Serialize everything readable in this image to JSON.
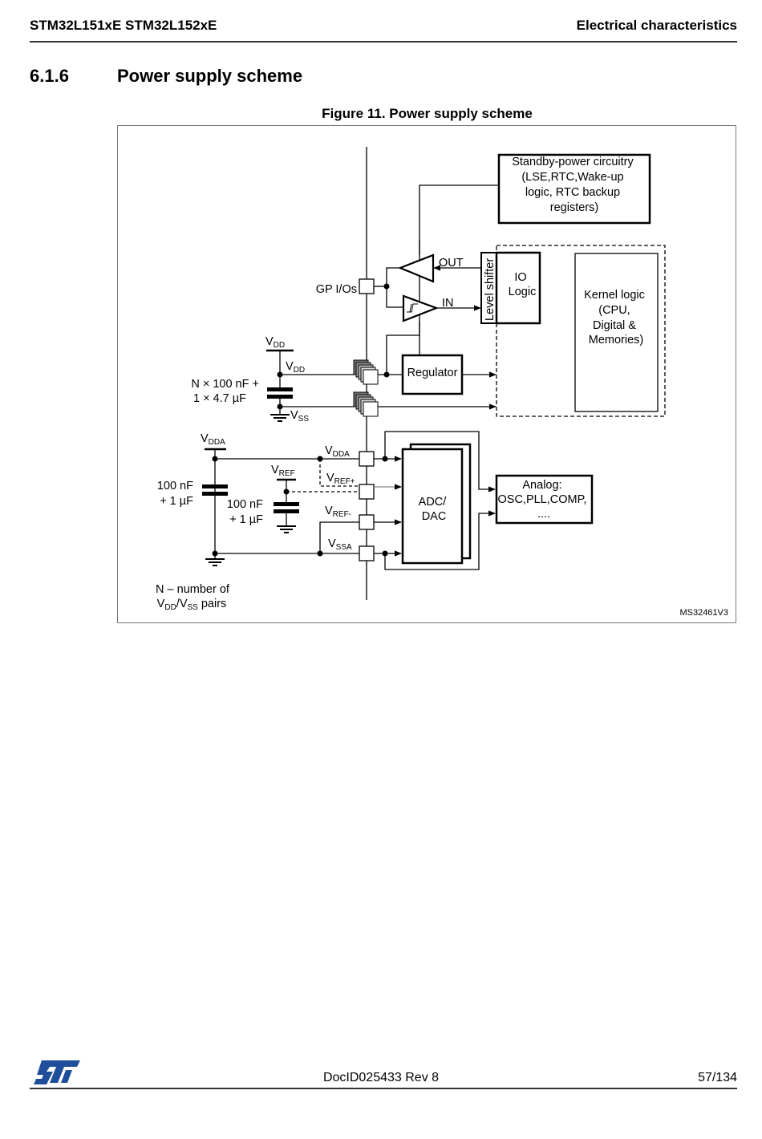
{
  "header": {
    "left": "STM32L151xE STM32L152xE",
    "right": "Electrical characteristics"
  },
  "section": {
    "number": "6.1.6",
    "title": "Power supply scheme"
  },
  "figure": {
    "caption": "Figure 11. Power supply scheme",
    "id_code": "MS32461V3",
    "blocks": {
      "standby": [
        "Standby-power circuitry",
        "(LSE,RTC,Wake-up",
        "logic, RTC backup",
        "registers)"
      ],
      "level_shifter": "Level shifter",
      "io_logic": [
        "IO",
        "Logic"
      ],
      "kernel": [
        "Kernel logic",
        "(CPU,",
        "Digital &",
        "Memories)"
      ],
      "regulator": "Regulator",
      "adc_dac": [
        "ADC/",
        "DAC"
      ],
      "analog": [
        "Analog:",
        "OSC,PLL,COMP,",
        "...."
      ]
    },
    "labels": {
      "gpio": "GP I/Os",
      "out": "OUT",
      "in": "IN",
      "vdd_top": {
        "main": "V",
        "sub": "DD"
      },
      "vdd_pin": {
        "main": "V",
        "sub": "DD"
      },
      "vss_pin": {
        "main": "V",
        "sub": "SS"
      },
      "vdda_top": {
        "main": "V",
        "sub": "DDA"
      },
      "vdda_pin": {
        "main": "V",
        "sub": "DDA"
      },
      "vref_top": {
        "main": "V",
        "sub": "REF"
      },
      "vrefp_pin": {
        "main": "V",
        "sub": "REF+"
      },
      "vrefm_pin": {
        "main": "V",
        "sub": "REF-"
      },
      "vssa_pin": {
        "main": "V",
        "sub": "SSA"
      },
      "cap_main": [
        "N × 100 nF +",
        "1 × 4.7 µF"
      ],
      "cap_vdda": [
        "100 nF",
        "+ 1 µF"
      ],
      "cap_vref": [
        "100 nF",
        "+ 1 µF"
      ],
      "note_line1": "N – number of",
      "note_line2": {
        "v1": "V",
        "s1": "DD",
        "mid": "/V",
        "s2": "SS",
        "tail": " pairs"
      }
    }
  },
  "footer": {
    "doc_id": "DocID025433 Rev 8",
    "page": "57/134",
    "logo": "st-logo",
    "logo_color": "#1f4e9a"
  }
}
